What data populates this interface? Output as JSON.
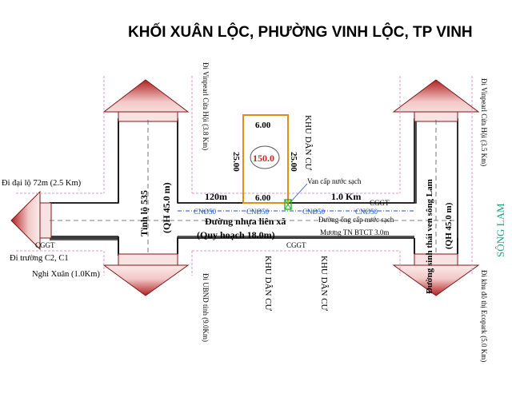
{
  "title": "KHỐI XUÂN LỘC, PHƯỜNG VINH LỘC, TP VINH",
  "lot": {
    "area": "150.0",
    "top_width": "6.00",
    "bottom_width": "6.00",
    "left_depth": "25.00",
    "right_depth": "25.00"
  },
  "roads": {
    "tinh_lo_535": "Tỉnh lộ 535",
    "tinh_lo_535_qh": "(QH 45.0 m)",
    "song_lam_road": "Đường sinh thái ven sông Lam",
    "song_lam_road_qh": "(QH 45.0 m)",
    "duong_nhua": "Đường nhựa liên xã",
    "quy_hoach": "(Quy hoạch 18.0m)",
    "mương": "Mương TN BTCT 3.0m",
    "dist_120": "120m",
    "dist_1km": "1.0 Km"
  },
  "labels": {
    "khu_dan_cu": "KHU DÂN CƯ",
    "cggt": "CGGT",
    "cno50": "CNØ50",
    "van_cap_nuoc": "Van cấp nước sạch",
    "duong_ong_cap_nuoc": "Đường ống cấp nước sạch",
    "song_lam": "SÔNG LAM"
  },
  "directions": {
    "dai_lo": "Đi đại lộ 72m (2.5 Km)",
    "truong_c2": "Đi trường C2, C1",
    "nghi_xuan": "Nghi Xuân (1.0Km)",
    "vinpearl_left": "Đi Vinpearl Cửa Hội (3.8 Km)",
    "ubnd": "Đi UBND tỉnh (9.0Km)",
    "vinpearl_right": "Đi Vinpearl Cửa Hội (3.5 Km)",
    "ecopark": "Đi khu đô thị Ecopark (5.0 Km)"
  },
  "colors": {
    "road_edge": "#222222",
    "arrow_red": "#c0392b",
    "arrow_pink": "#f6d4d4",
    "lot_orange": "#e0900e",
    "dimension_red": "#d21f1f",
    "pipe_blue": "#1f4fd0",
    "river_green": "#23a07a",
    "valve_green": "#22b422",
    "pink_line": "#e29ac6"
  }
}
